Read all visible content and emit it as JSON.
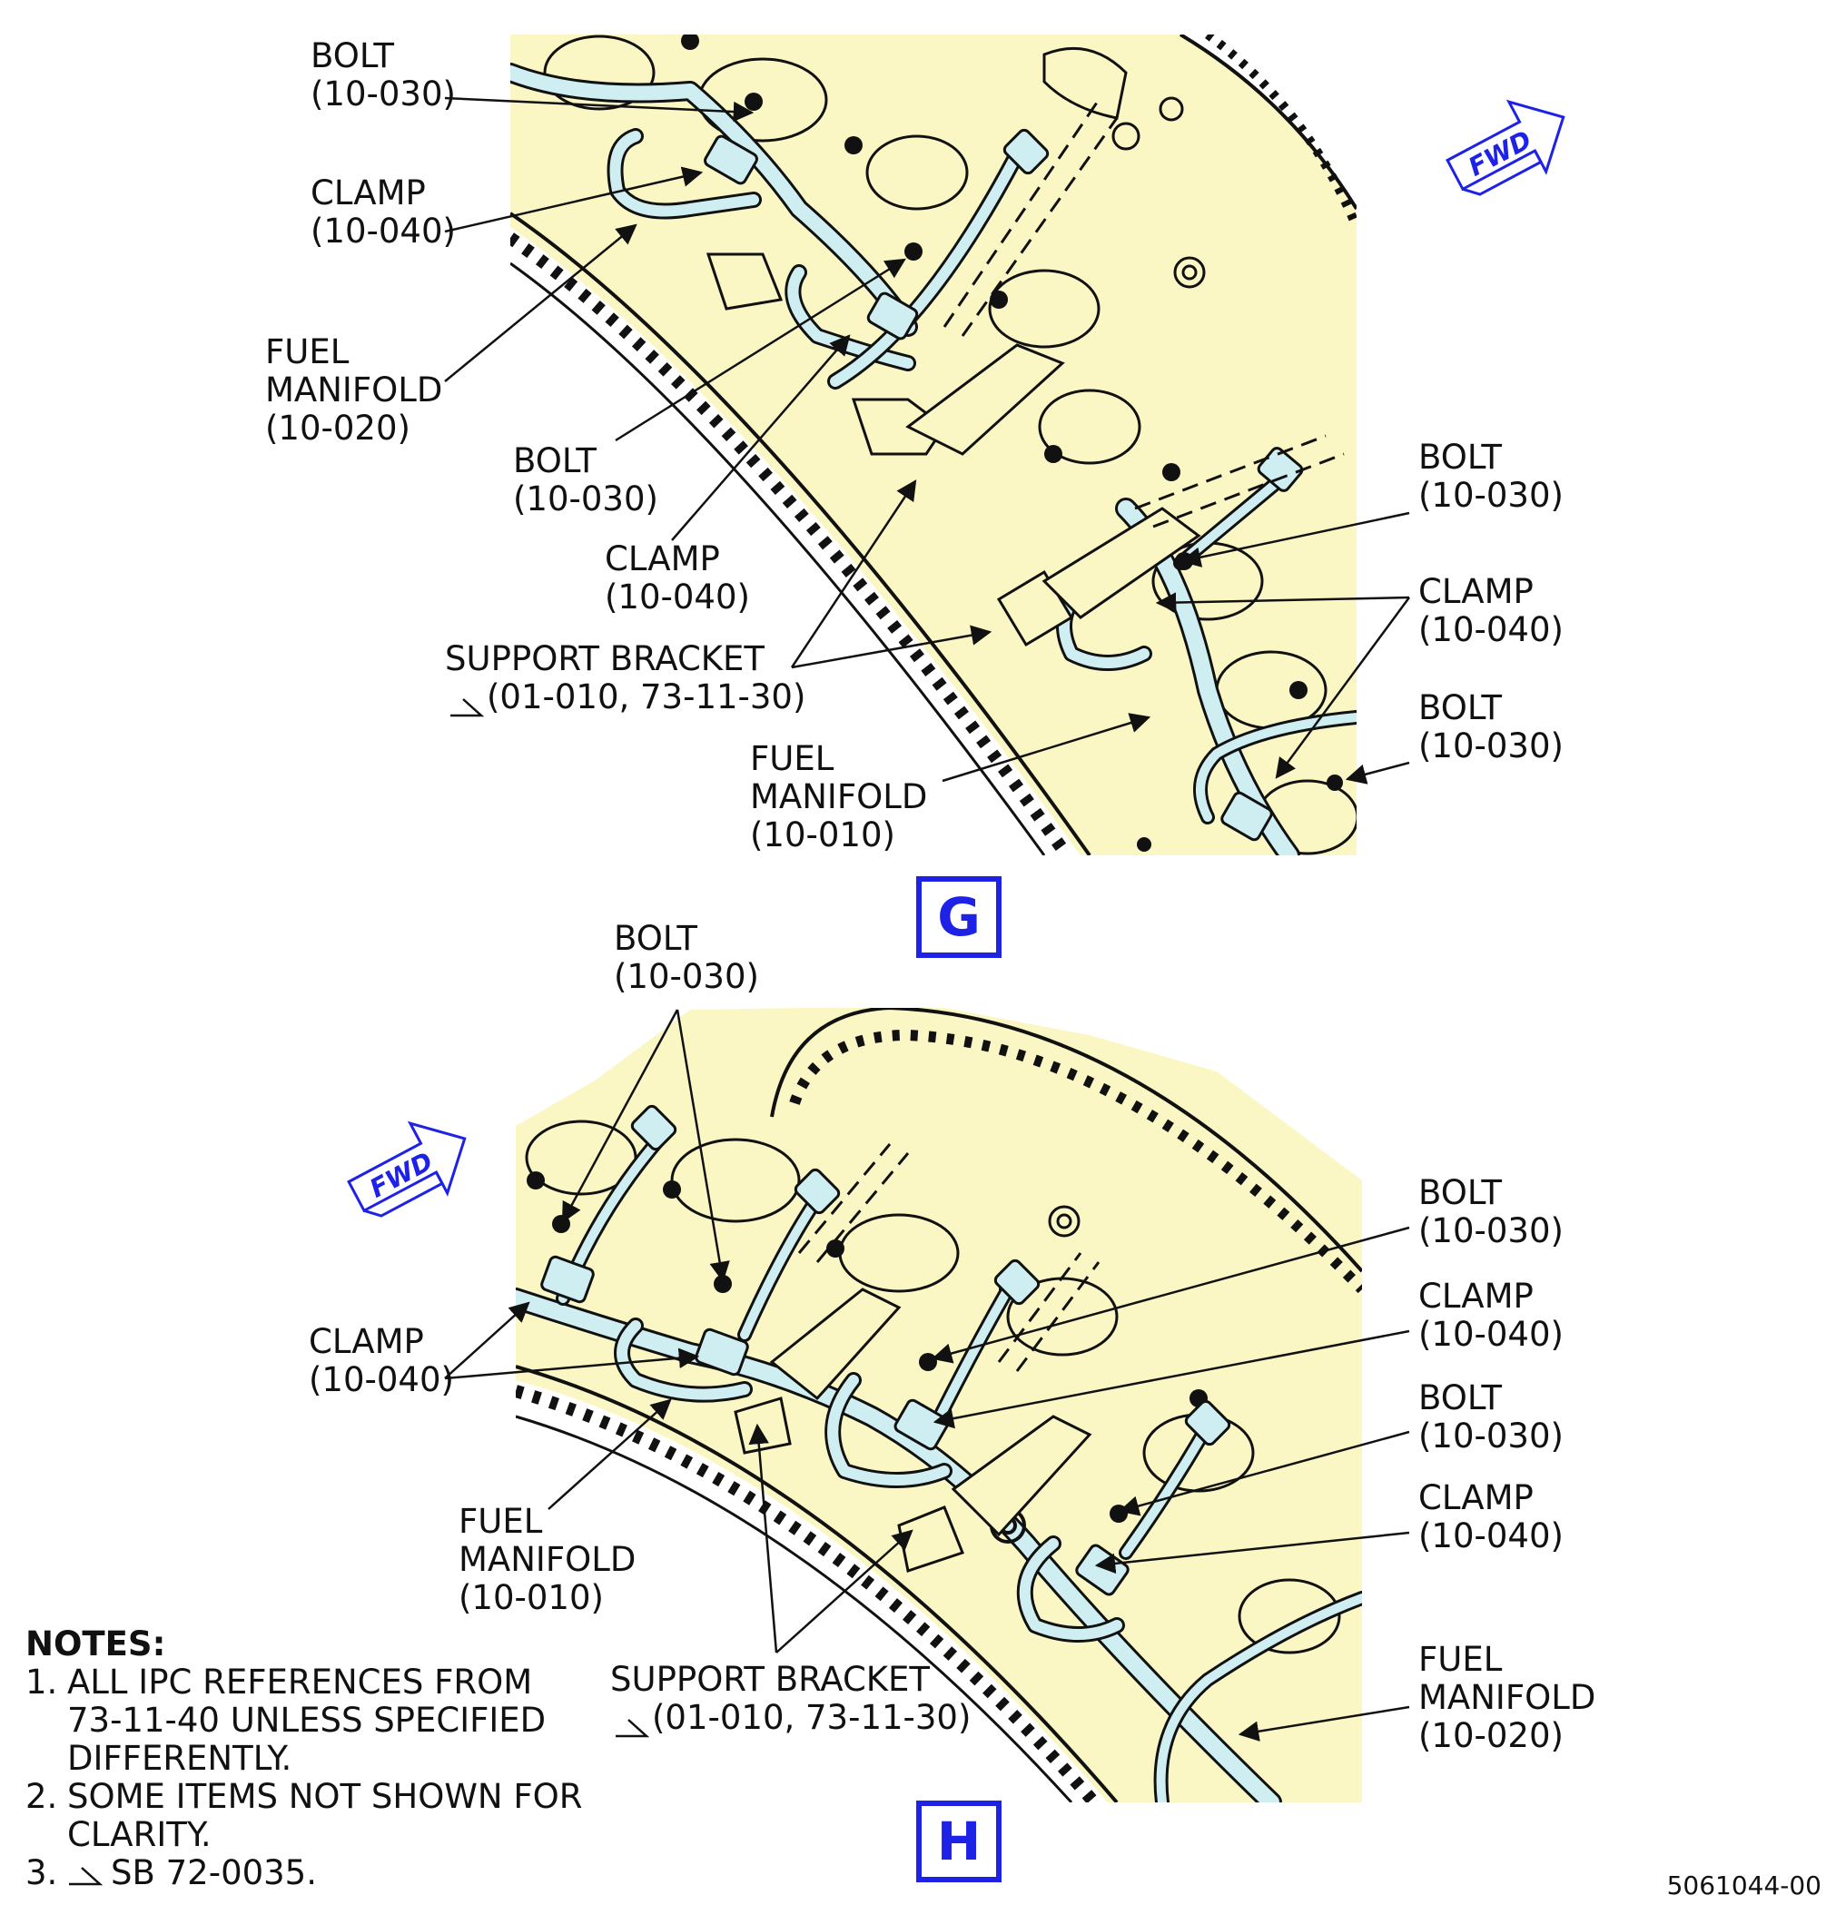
{
  "view_g": {
    "view_letter": "G",
    "labels": [
      {
        "name": "BOLT",
        "ref": "(10-030)"
      },
      {
        "name": "CLAMP",
        "ref": "(10-040)"
      },
      {
        "name": "FUEL MANIFOLD",
        "ref": "(10-020)"
      },
      {
        "name": "BOLT",
        "ref": "(10-030)"
      },
      {
        "name": "CLAMP",
        "ref": "(10-040)"
      },
      {
        "name": "SUPPORT BRACKET",
        "ref": "(01-010, 73-11-30)"
      },
      {
        "name": "FUEL MANIFOLD",
        "ref": "(10-010)"
      },
      {
        "name": "BOLT",
        "ref": "(10-030)"
      },
      {
        "name": "CLAMP",
        "ref": "(10-040)"
      },
      {
        "name": "BOLT",
        "ref": "(10-030)"
      }
    ],
    "fwd": "FWD"
  },
  "view_h": {
    "view_letter": "H",
    "labels": [
      {
        "name": "BOLT",
        "ref": "(10-030)"
      },
      {
        "name": "CLAMP",
        "ref": "(10-040)"
      },
      {
        "name": "FUEL MANIFOLD",
        "ref": "(10-010)"
      },
      {
        "name": "SUPPORT BRACKET",
        "ref": "(01-010, 73-11-30)"
      },
      {
        "name": "BOLT",
        "ref": "(10-030)"
      },
      {
        "name": "CLAMP",
        "ref": "(10-040)"
      },
      {
        "name": "BOLT",
        "ref": "(10-030)"
      },
      {
        "name": "CLAMP",
        "ref": "(10-040)"
      },
      {
        "name": "FUEL MANIFOLD",
        "ref": "(10-020)"
      }
    ],
    "fwd": "FWD"
  },
  "notes": {
    "title": "NOTES:",
    "items": [
      {
        "num": "1.",
        "text": "ALL IPC REFERENCES FROM 73-11-40 UNLESS SPECIFIED DIFFERENTLY."
      },
      {
        "num": "2.",
        "text": "SOME ITEMS NOT SHOWN FOR CLARITY."
      },
      {
        "num": "3.",
        "text": "SB 72-0035."
      }
    ]
  },
  "document_number": "5061044-00",
  "colors": {
    "panel_fill": "#fbf7c4",
    "callout_blue": "#1e22e6",
    "line": "#111111",
    "pipe_fill": "#cfeef2"
  }
}
